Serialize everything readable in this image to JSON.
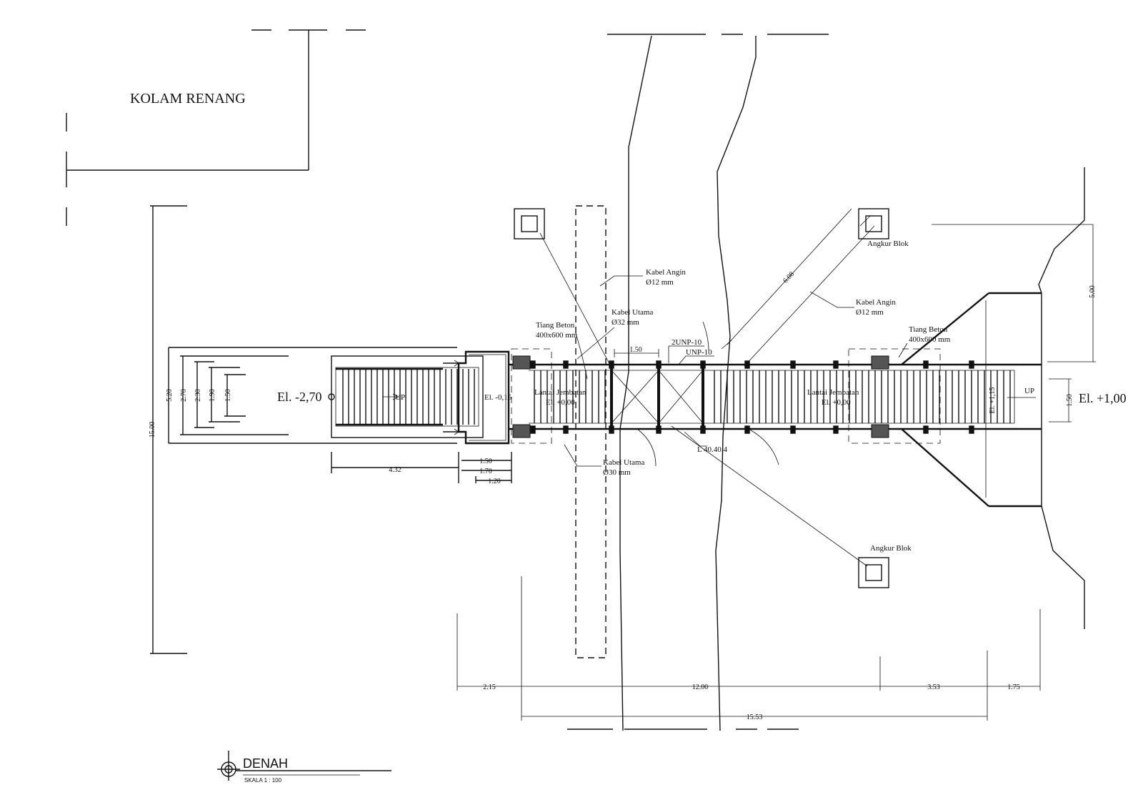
{
  "labels": {
    "pool": "KOLAM RENANG",
    "el_left": "El. -2,70",
    "el_left_landing": "El. -0,15",
    "el_right": "El. +1,00",
    "el_right_small": "El. +1,15",
    "up": "UP",
    "kabel_angin_top": [
      "Kabel Angin",
      "Ø12 mm"
    ],
    "kabel_angin_right": [
      "Kabel Angin",
      "Ø12 mm"
    ],
    "kabel_utama_top": [
      "Kabel Utama",
      "Ø32 mm"
    ],
    "kabel_utama_bottom": [
      "Kabel Utama",
      "Ø30 mm"
    ],
    "tiang_beton_left": [
      "Tiang Beton",
      "400x600 mm"
    ],
    "tiang_beton_right": [
      "Tiang Beton",
      "400x600 mm"
    ],
    "lantai_left": [
      "Lantai Jembatan",
      "El. +0,00"
    ],
    "lantai_right": [
      "Lantai Jembatan",
      "El. +0,00"
    ],
    "angkur_top": "Angkur Blok",
    "angkur_bottom": "Angkur Blok",
    "unp_2": "2UNP-10",
    "unp_1": "UNP-10",
    "angle": "L 40.40.4",
    "title": "DENAH",
    "scale": "SKALA 1 : 100"
  },
  "dimensions": {
    "left_vertical_total": "15.00",
    "stair_widths": [
      "5.20",
      "2.70",
      "2.30",
      "1.90",
      "1.50"
    ],
    "stair_length": "4.32",
    "landing_widths": [
      "1.50",
      "1.70",
      "1.20"
    ],
    "span_15": "1.50",
    "cable_diag": "6.08",
    "right_vertical": "5.00",
    "right_width": "1.50",
    "bottom_row": [
      "2.15",
      "12.00",
      "3.53",
      "1.75"
    ],
    "bottom_total": "15.53"
  }
}
